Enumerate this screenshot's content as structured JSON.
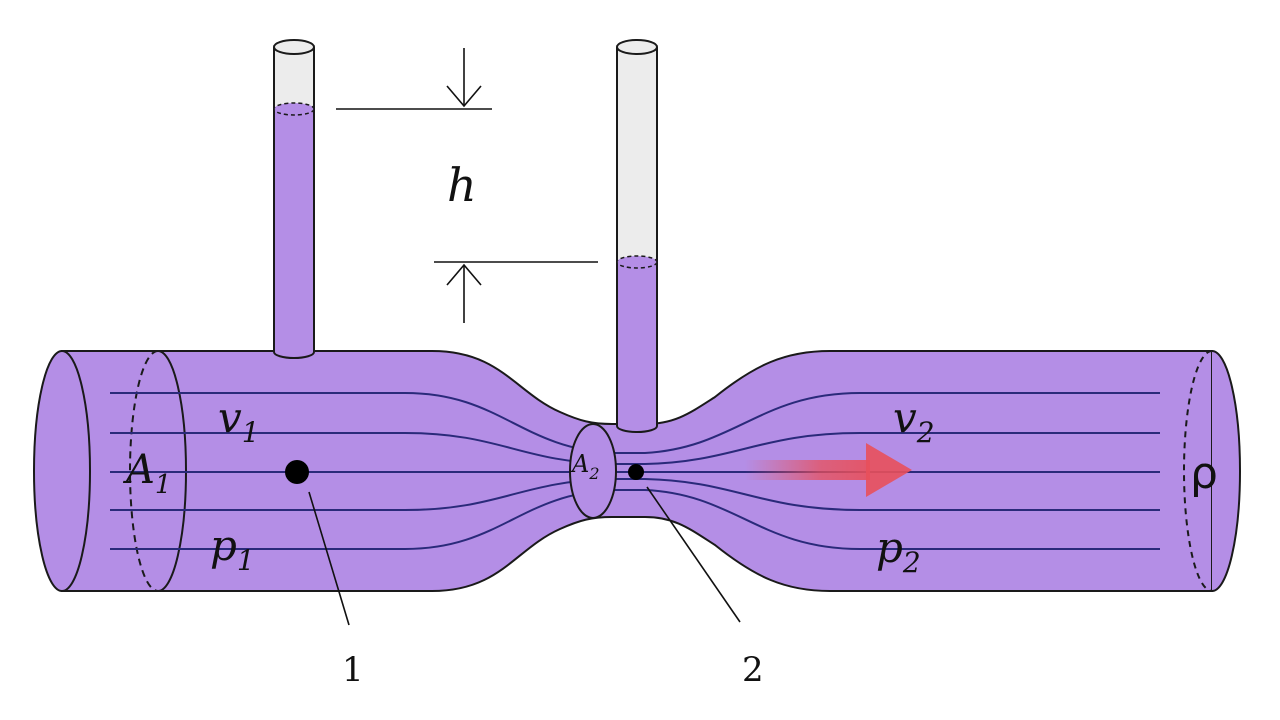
{
  "diagram": {
    "colors": {
      "fluid": "#b48ee6",
      "fluid_dark": "#9a72d4",
      "outline": "#1a1a1a",
      "streamline": "#2a2a7a",
      "tube_empty": "#ececec",
      "arrow": "#e8505b"
    },
    "labels": {
      "h": "h",
      "v1": "v",
      "v1_sub": "1",
      "v2": "v",
      "v2_sub": "2",
      "A1": "A",
      "A1_sub": "1",
      "A2": "A",
      "A2_sub": "2",
      "p1": "p",
      "p1_sub": "1",
      "p2": "p",
      "p2_sub": "2",
      "rho": "ρ",
      "point1": "1",
      "point2": "2"
    },
    "icons": [
      "flow-direction-arrow"
    ]
  }
}
